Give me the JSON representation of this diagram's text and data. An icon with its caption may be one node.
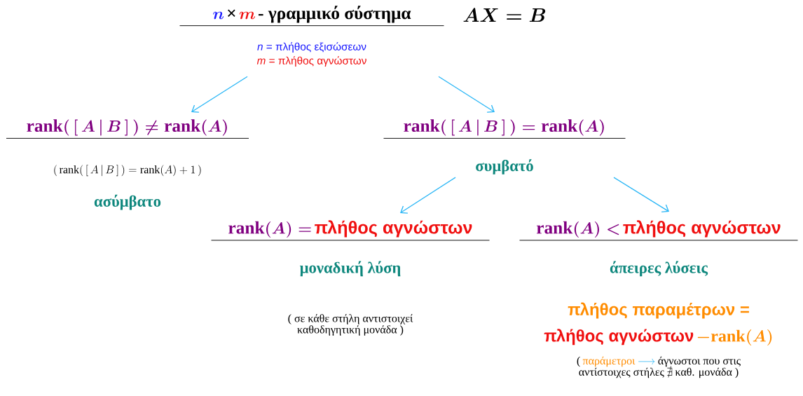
{
  "diagram": {
    "nodes": [
      {
        "text": [
          "n",
          "×",
          "m",
          "- γραμμικό σύστημα",
          "*n* = πλήθος εξισώσεων",
          "*m* = πλήθος αγνώστων"
        ]
      },
      {
        "text": [
          "\\mathrm{rank}(\\,[\\,A\\,|\\,B\\,]\\,) \\neq \\mathrm{rank}(A)",
          "(\\,\\mathrm{rank}(\\,[\\,A\\,|\\,B\\,]\\,) = \\mathrm{rank}(A) + 1\\,)",
          "ασύμβατο"
        ]
      },
      {
        "text": [
          "\\mathrm{rank}(\\,[\\,A\\,|\\,B\\,]\\,) = \\mathrm{rank}(A)",
          "συμβατό"
        ]
      },
      {
        "text": [
          "\\mathrm{rank}(A) =",
          "πλήθος αγνώστων",
          "μοναδική λύση",
          "( σε κάθε στήλη αντιστοιχεί καθοδηγητική μονάδα )"
        ]
      },
      {
        "text": [
          "\\mathrm{rank}(A) <",
          "πλήθος αγνώστων",
          "άπειρες λύσεις",
          "πλήθος παραμέτρων =",
          "πλήθος αγνώστων",
          "- \\mathrm{rank}(A)",
          "(",
          "παράμετροι",
          "\\longrightarrow",
          "άγνωστοι που στις αντίστοιχες στήλες",
          "\\nexists",
          "καθ. μονάδα )"
        ]
      }
    ],
    "edges": [
      {
        "from": 0,
        "to": 1,
        "arrow": "to"
      },
      {
        "from": 0,
        "to": 2,
        "arrow": "to"
      },
      {
        "from": 2,
        "to": 3,
        "arrow": "to"
      },
      {
        "from": 2,
        "to": 4,
        "arrow": "to"
      }
    ],
    "labels": [
      "AX = B"
    ]
  }
}
